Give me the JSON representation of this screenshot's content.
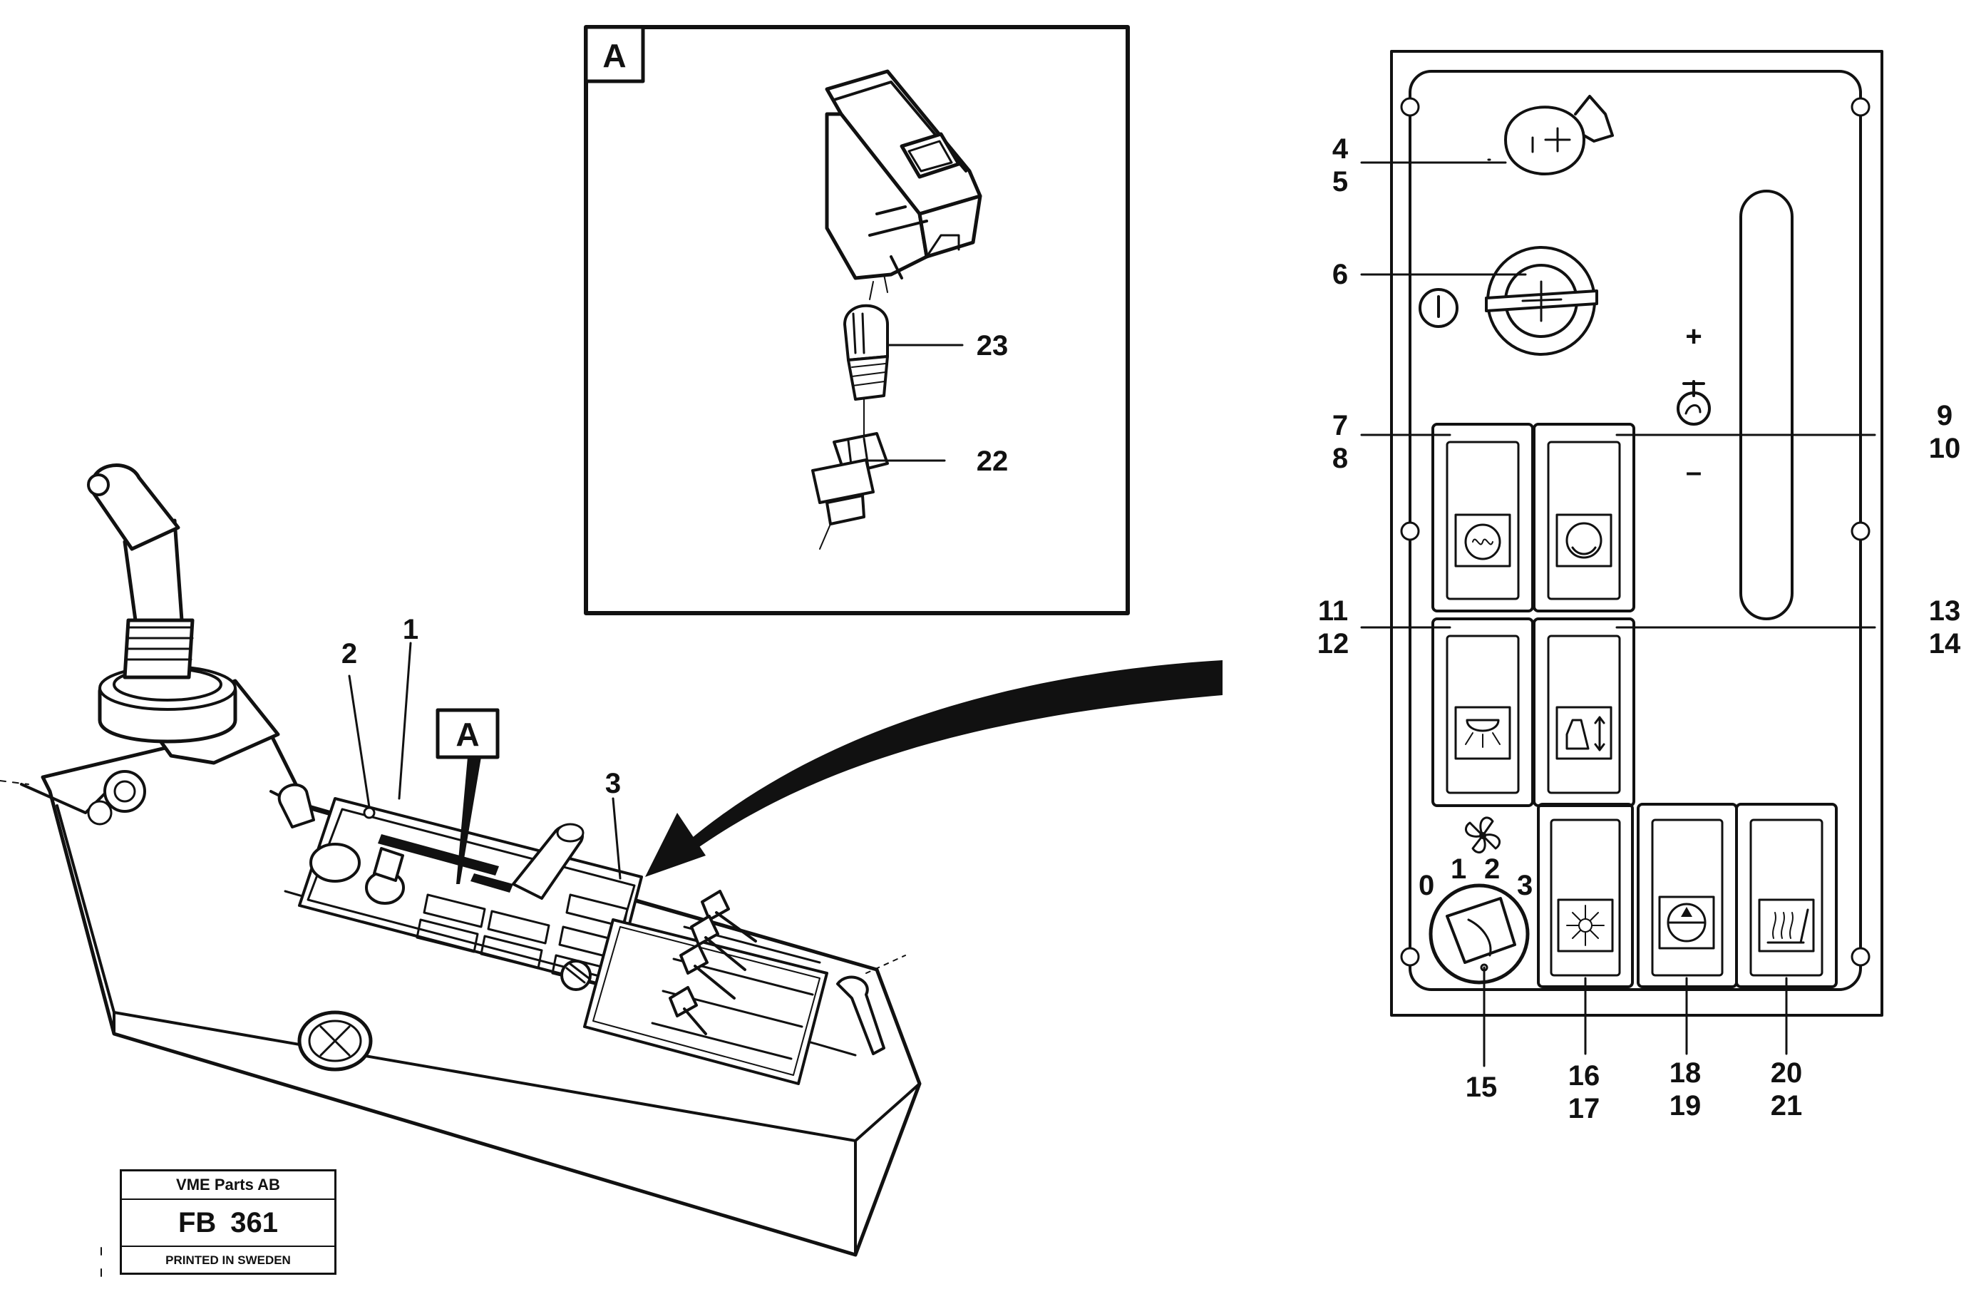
{
  "detail": {
    "label": "A"
  },
  "callouts": {
    "n1": "1",
    "n2": "2",
    "n3": "3",
    "n4": "4",
    "n5": "5",
    "n6": "6",
    "n7": "7",
    "n8": "8",
    "n9": "9",
    "n10": "10",
    "n11": "11",
    "n12": "12",
    "n13": "13",
    "n14": "14",
    "n15": "15",
    "n16": "16",
    "n17": "17",
    "n18": "18",
    "n19": "19",
    "n20": "20",
    "n21": "21",
    "n22": "22",
    "n23": "23"
  },
  "panel": {
    "plus": "+",
    "minus": "–",
    "fan_positions": [
      "0",
      "1",
      "2",
      "3"
    ]
  },
  "title_block": {
    "company": "VME Parts AB",
    "code_prefix": "FB",
    "code_number": "361",
    "printed": "PRINTED IN SWEDEN"
  },
  "icons": [
    "fan-icon",
    "work-light-icon",
    "beacon-light-icon",
    "floodlight-icon",
    "cab-tilt-icon",
    "defroster-icon",
    "coolant-level-icon",
    "seat-heater-icon",
    "engine-rpm-icon",
    "ignition-key-icon"
  ]
}
